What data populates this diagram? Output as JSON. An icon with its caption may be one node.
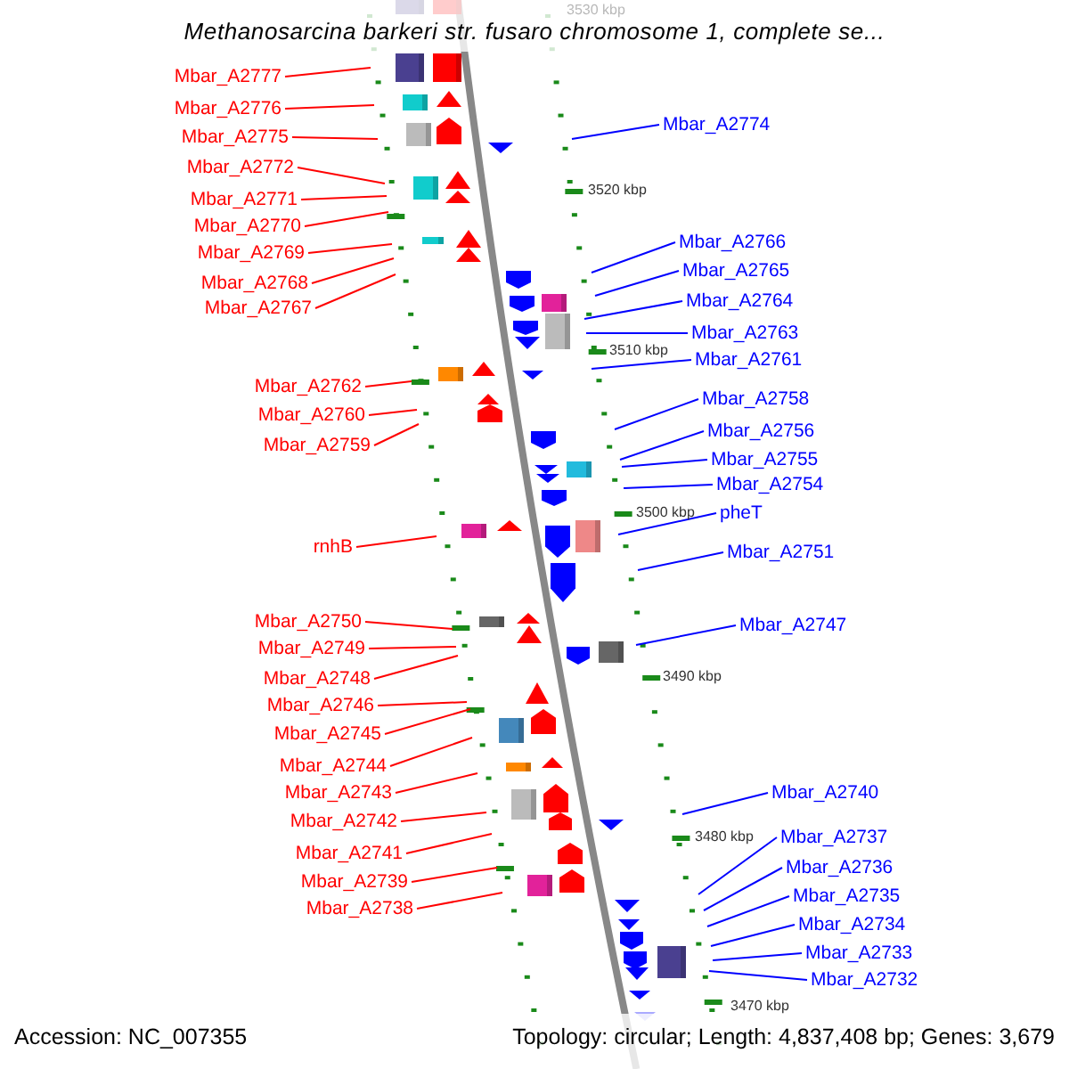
{
  "diagram": {
    "title": "Methanosarcina barkeri str. fusaro chromosome 1, complete se...",
    "nodes": [
      {
        "text": [
          "Mbar_A2777"
        ]
      },
      {
        "text": [
          "Mbar_A2776"
        ]
      },
      {
        "text": [
          "Mbar_A2775"
        ]
      },
      {
        "text": [
          "Mbar_A2772"
        ]
      },
      {
        "text": [
          "Mbar_A2771"
        ]
      },
      {
        "text": [
          "Mbar_A2770"
        ]
      },
      {
        "text": [
          "Mbar_A2769"
        ]
      },
      {
        "text": [
          "Mbar_A2768"
        ]
      },
      {
        "text": [
          "Mbar_A2767"
        ]
      },
      {
        "text": [
          "Mbar_A2762"
        ]
      },
      {
        "text": [
          "Mbar_A2760"
        ]
      },
      {
        "text": [
          "Mbar_A2759"
        ]
      },
      {
        "text": [
          "rnhB"
        ]
      },
      {
        "text": [
          "Mbar_A2750"
        ]
      },
      {
        "text": [
          "Mbar_A2749"
        ]
      },
      {
        "text": [
          "Mbar_A2748"
        ]
      },
      {
        "text": [
          "Mbar_A2746"
        ]
      },
      {
        "text": [
          "Mbar_A2745"
        ]
      },
      {
        "text": [
          "Mbar_A2744"
        ]
      },
      {
        "text": [
          "Mbar_A2743"
        ]
      },
      {
        "text": [
          "Mbar_A2742"
        ]
      },
      {
        "text": [
          "Mbar_A2741"
        ]
      },
      {
        "text": [
          "Mbar_A2739"
        ]
      },
      {
        "text": [
          "Mbar_A2738"
        ]
      },
      {
        "text": [
          "Mbar_A2774"
        ]
      },
      {
        "text": [
          "Mbar_A2766"
        ]
      },
      {
        "text": [
          "Mbar_A2765"
        ]
      },
      {
        "text": [
          "Mbar_A2764"
        ]
      },
      {
        "text": [
          "Mbar_A2763"
        ]
      },
      {
        "text": [
          "Mbar_A2761"
        ]
      },
      {
        "text": [
          "Mbar_A2758"
        ]
      },
      {
        "text": [
          "Mbar_A2756"
        ]
      },
      {
        "text": [
          "Mbar_A2755"
        ]
      },
      {
        "text": [
          "Mbar_A2754"
        ]
      },
      {
        "text": [
          "pheT"
        ]
      },
      {
        "text": [
          "Mbar_A2751"
        ]
      },
      {
        "text": [
          "Mbar_A2747"
        ]
      },
      {
        "text": [
          "Mbar_A2740"
        ]
      },
      {
        "text": [
          "Mbar_A2737"
        ]
      },
      {
        "text": [
          "Mbar_A2736"
        ]
      },
      {
        "text": [
          "Mbar_A2735"
        ]
      },
      {
        "text": [
          "Mbar_A2734"
        ]
      },
      {
        "text": [
          "Mbar_A2733"
        ]
      },
      {
        "text": [
          "Mbar_A2732"
        ]
      }
    ],
    "edges": [
      {
        "from": 0,
        "to": null,
        "arrow": "none"
      },
      {
        "from": 1,
        "to": null,
        "arrow": "none"
      },
      {
        "from": 2,
        "to": null,
        "arrow": "none"
      },
      {
        "from": 3,
        "to": null,
        "arrow": "none"
      },
      {
        "from": 4,
        "to": null,
        "arrow": "none"
      },
      {
        "from": 5,
        "to": null,
        "arrow": "none"
      },
      {
        "from": 6,
        "to": null,
        "arrow": "none"
      },
      {
        "from": 7,
        "to": null,
        "arrow": "none"
      },
      {
        "from": 8,
        "to": null,
        "arrow": "none"
      },
      {
        "from": 9,
        "to": null,
        "arrow": "none"
      },
      {
        "from": 10,
        "to": null,
        "arrow": "none"
      },
      {
        "from": 11,
        "to": null,
        "arrow": "none"
      },
      {
        "from": 12,
        "to": null,
        "arrow": "none"
      },
      {
        "from": 13,
        "to": null,
        "arrow": "none"
      },
      {
        "from": 14,
        "to": null,
        "arrow": "none"
      },
      {
        "from": 15,
        "to": null,
        "arrow": "none"
      },
      {
        "from": 16,
        "to": null,
        "arrow": "none"
      },
      {
        "from": 17,
        "to": null,
        "arrow": "none"
      },
      {
        "from": 18,
        "to": null,
        "arrow": "none"
      },
      {
        "from": 19,
        "to": null,
        "arrow": "none"
      },
      {
        "from": 20,
        "to": null,
        "arrow": "none"
      },
      {
        "from": 21,
        "to": null,
        "arrow": "none"
      },
      {
        "from": 22,
        "to": null,
        "arrow": "none"
      },
      {
        "from": 23,
        "to": null,
        "arrow": "none"
      },
      {
        "from": 24,
        "to": null,
        "arrow": "none",
        "color": "#0000ff"
      },
      {
        "from": 25,
        "to": null,
        "arrow": "none",
        "color": "#0000ff"
      },
      {
        "from": 26,
        "to": null,
        "arrow": "none",
        "color": "#0000ff"
      },
      {
        "from": 27,
        "to": null,
        "arrow": "none",
        "color": "#0000ff"
      },
      {
        "from": 28,
        "to": null,
        "arrow": "none",
        "color": "#0000ff"
      },
      {
        "from": 29,
        "to": null,
        "arrow": "none",
        "color": "#0000ff"
      },
      {
        "from": 30,
        "to": null,
        "arrow": "none",
        "color": "#0000ff"
      },
      {
        "from": 31,
        "to": null,
        "arrow": "none",
        "color": "#0000ff"
      },
      {
        "from": 32,
        "to": null,
        "arrow": "none",
        "color": "#0000ff"
      },
      {
        "from": 33,
        "to": null,
        "arrow": "none",
        "color": "#0000ff"
      },
      {
        "from": 34,
        "to": null,
        "arrow": "none",
        "color": "#0000ff"
      },
      {
        "from": 35,
        "to": null,
        "arrow": "none",
        "color": "#0000ff"
      },
      {
        "from": 36,
        "to": null,
        "arrow": "none",
        "color": "#0000ff"
      },
      {
        "from": 37,
        "to": null,
        "arrow": "none",
        "color": "#0000ff"
      },
      {
        "from": 38,
        "to": null,
        "arrow": "none",
        "color": "#0000ff"
      },
      {
        "from": 39,
        "to": null,
        "arrow": "none",
        "color": "#0000ff"
      },
      {
        "from": 40,
        "to": null,
        "arrow": "none",
        "color": "#0000ff"
      },
      {
        "from": 41,
        "to": null,
        "arrow": "none",
        "color": "#0000ff"
      },
      {
        "from": 42,
        "to": null,
        "arrow": "none",
        "color": "#0000ff"
      },
      {
        "from": 43,
        "to": null,
        "arrow": "none",
        "color": "#0000ff"
      }
    ],
    "labels": [
      "3530 kbp",
      "3520 kbp",
      "3510 kbp",
      "3500 kbp",
      "3490 kbp",
      "3480 kbp",
      "3470 kbp",
      "Accession: NC_007355",
      "Topology: circular; Length: 4,837,408 bp; Genes: 3,679"
    ]
  }
}
